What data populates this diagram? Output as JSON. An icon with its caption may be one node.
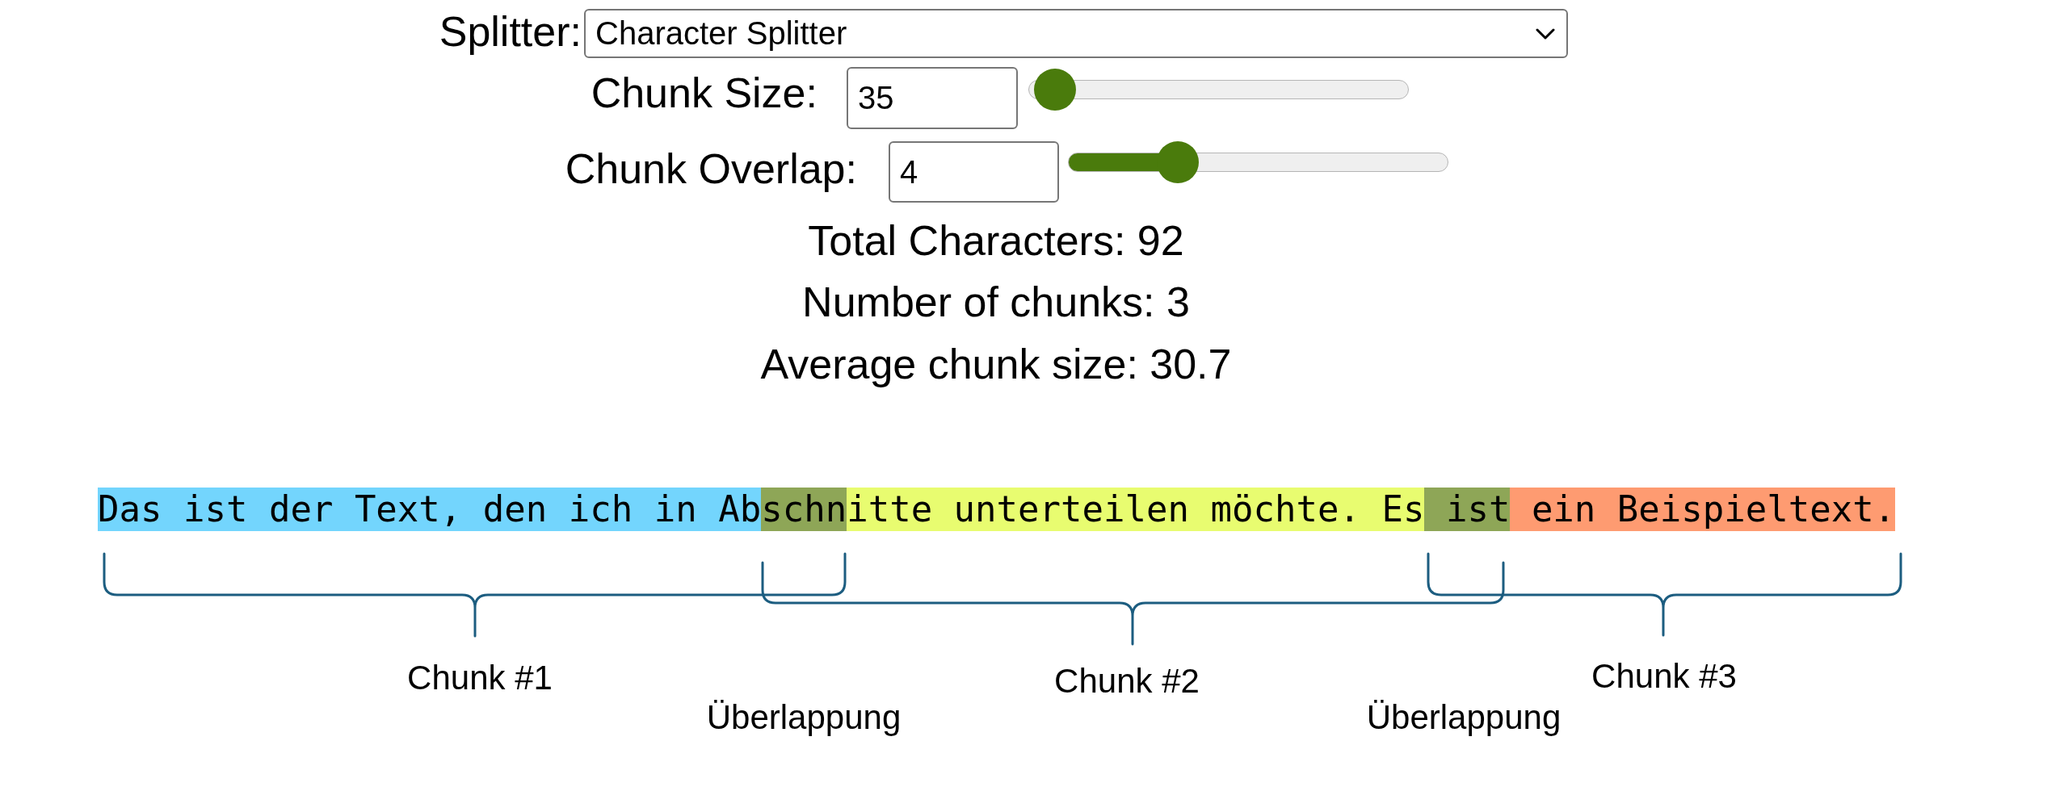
{
  "diagram": {
    "nodes": [
      {
        "text": [
          "Das ist der Text, den ich in Ab"
        ]
      },
      {
        "text": [
          "schn"
        ]
      },
      {
        "text": [
          "itte unterteilen möchte. Es"
        ]
      },
      {
        "text": [
          "ist"
        ]
      },
      {
        "text": [
          "ein Beispieltext."
        ]
      }
    ],
    "labels": [
      "Splitter:",
      "Character Splitter",
      "Chunk Size:",
      "35",
      "Chunk Overlap:",
      "4",
      "Total Characters: 92",
      "Number of chunks: 3",
      "Average chunk size: 30.7",
      "Chunk #1",
      "Überlappung",
      "Chunk #2",
      "Überlappung",
      "Chunk #3"
    ]
  }
}
